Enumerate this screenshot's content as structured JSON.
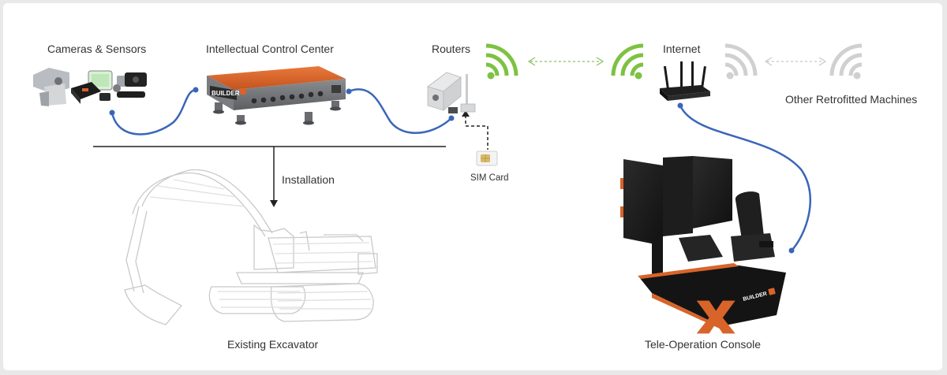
{
  "labels": {
    "cameras": "Cameras & Sensors",
    "control_center": "Intellectual Control Center",
    "routers": "Routers",
    "internet": "Internet",
    "other_machines": "Other Retrofitted Machines",
    "installation": "Installation",
    "sim_card": "SIM Card",
    "excavator": "Existing Excavator",
    "console": "Tele-Operation Console"
  },
  "brand": {
    "builder_logo": "BUILDER X"
  },
  "colors": {
    "wifi_active": "#7dc242",
    "wifi_inactive": "#cfcfcf",
    "cable": "#3a66b8",
    "box_orange": "#d8642a",
    "dark": "#1b1b1b"
  },
  "icons": [
    "wifi-signal-icon",
    "wifi-signal-icon",
    "wifi-signal-icon",
    "wifi-signal-icon",
    "router-icon",
    "sim-card-icon"
  ]
}
